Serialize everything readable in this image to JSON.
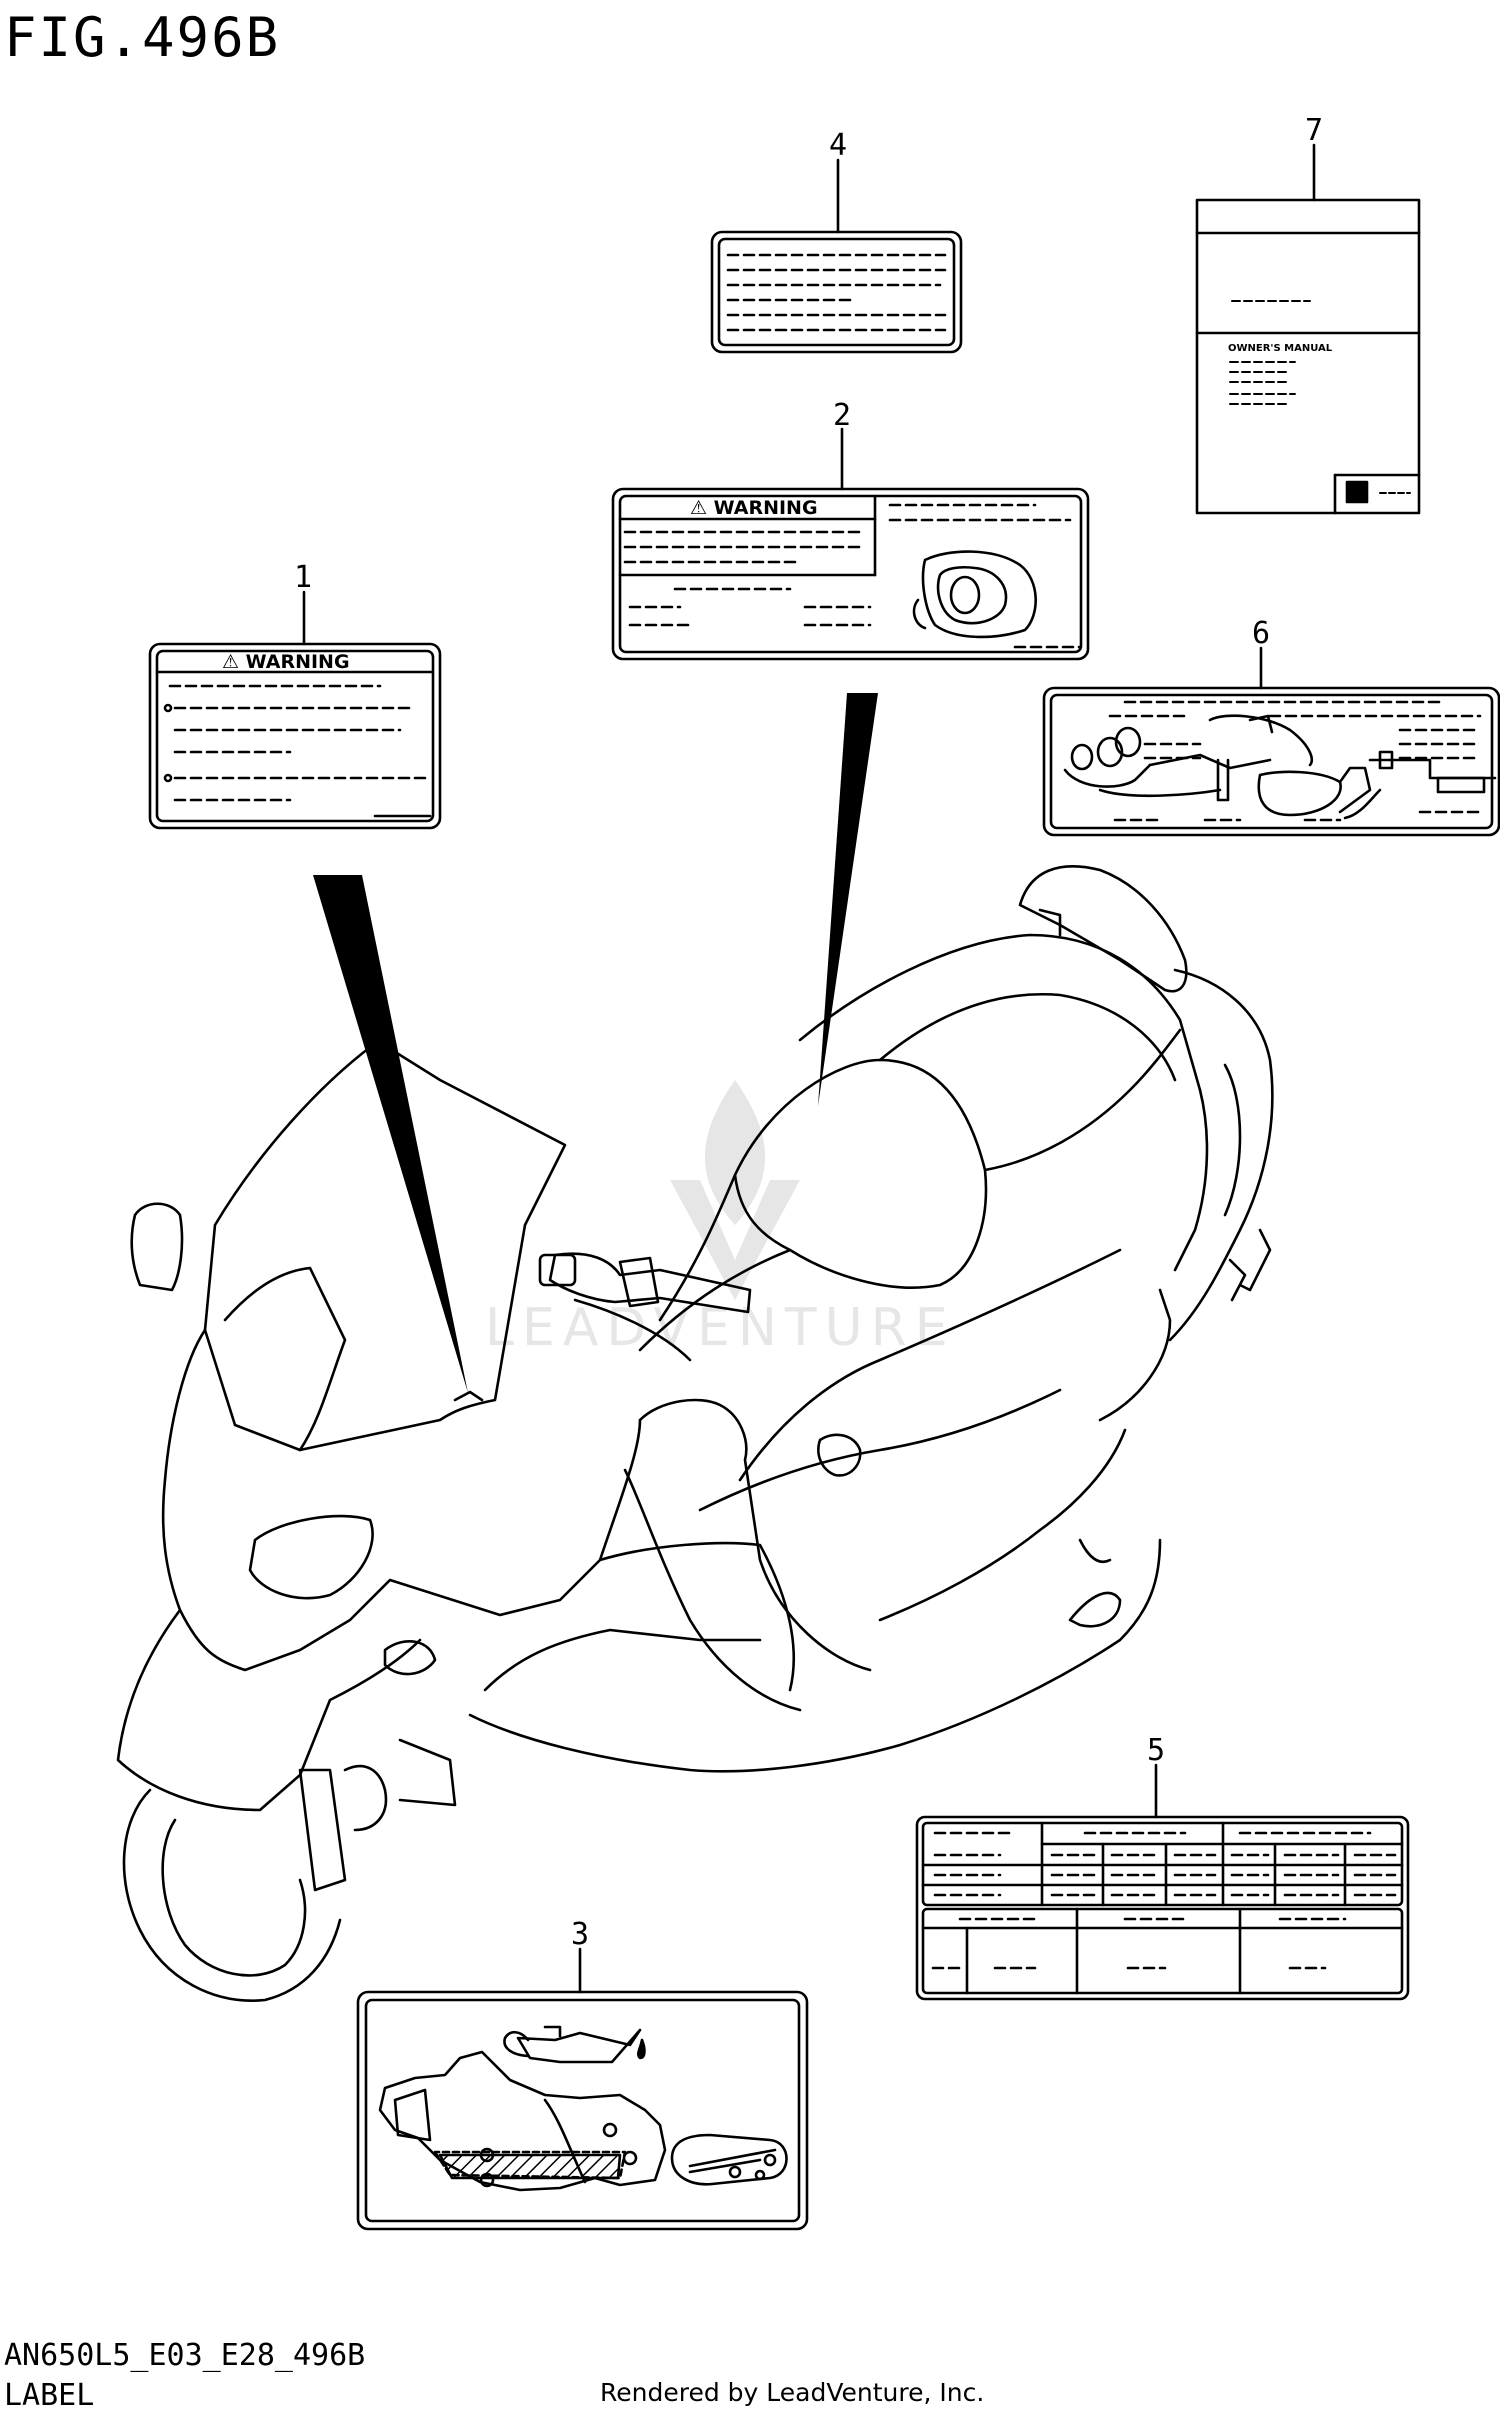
{
  "header": {
    "figure_title": "FIG.496B"
  },
  "footer": {
    "model_code": "AN650L5_E03_E28_496B",
    "section_label": "LABEL",
    "rendered_by": "Rendered by LeadVenture, Inc."
  },
  "watermark": {
    "text": "LEADVENTURE"
  },
  "callouts": [
    "1",
    "2",
    "3",
    "4",
    "5",
    "6",
    "7"
  ],
  "labels": {
    "warning_text_1": "⚠ WARNING",
    "warning_text_2": "⚠ WARNING",
    "manual_title": "OWNER'S MANUAL"
  },
  "colors": {
    "ink": "#000000",
    "paper": "#ffffff",
    "watermark": "#e6e6e6"
  }
}
